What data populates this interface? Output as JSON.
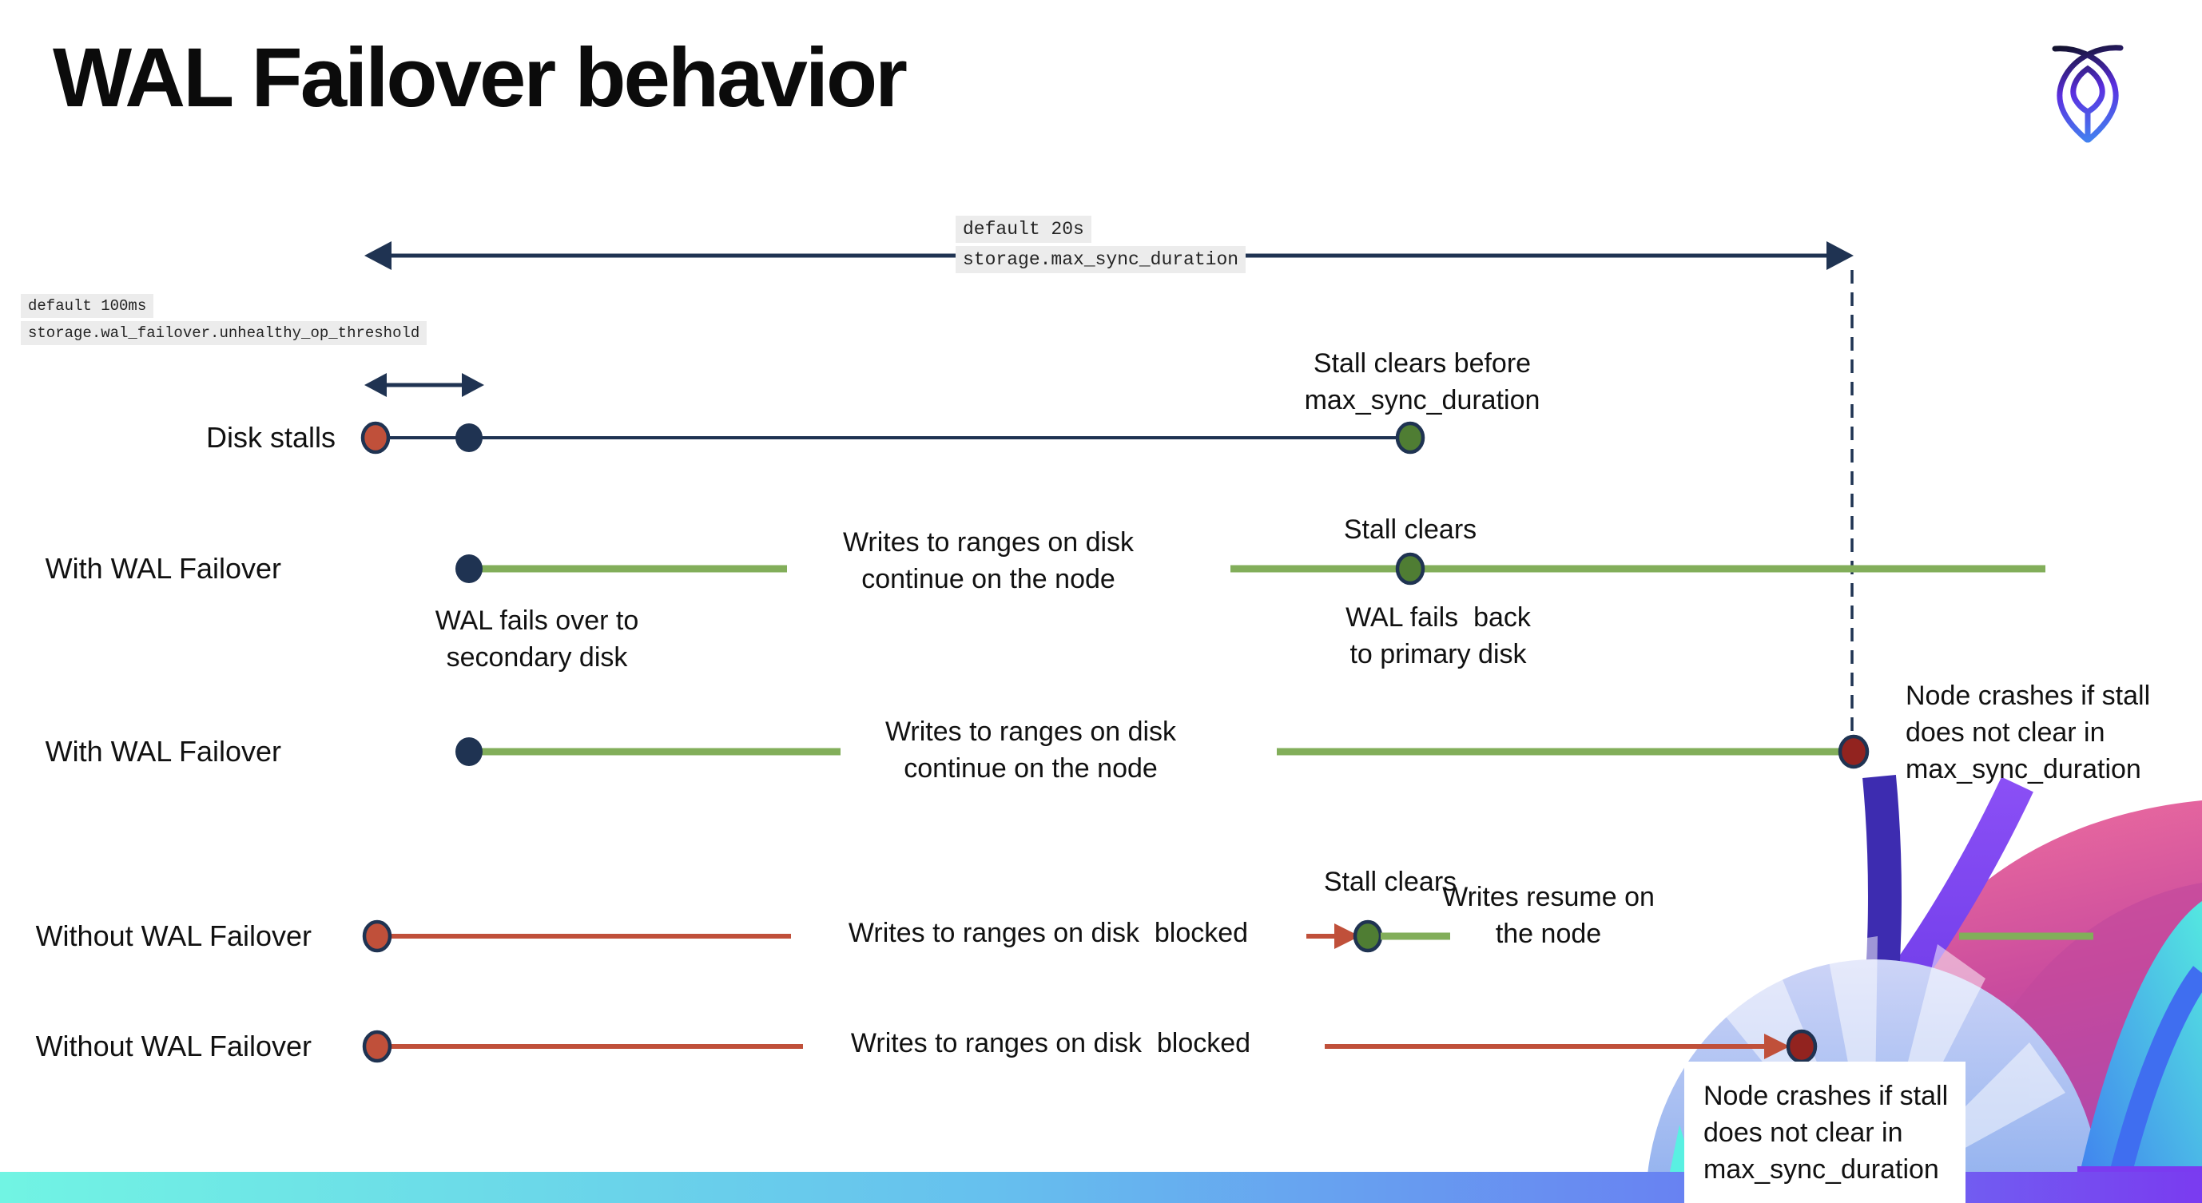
{
  "header": {
    "title": "WAL Failover behavior"
  },
  "icons": {
    "brand_logo": "cockroach-logo-icon",
    "decorative_art": "cockroach-art-icon"
  },
  "annotations": {
    "max_sync_duration": {
      "default_label": "default 20s",
      "setting": "storage.max_sync_duration"
    },
    "unhealthy_op_threshold": {
      "default_label": "default 100ms",
      "setting": "storage.wal_failover.unhealthy_op_threshold"
    }
  },
  "rows": {
    "disk_stalls": {
      "label": "Disk stalls",
      "stall_clears_note": "Stall clears before\nmax_sync_duration"
    },
    "with_failover_clears": {
      "label": "With WAL Failover",
      "failover_note": "WAL fails over to\nsecondary disk",
      "writes_note": "Writes to ranges on disk\ncontinue on the node",
      "stall_clears_note": "Stall clears",
      "failback_note": "WAL fails  back\nto primary disk"
    },
    "with_failover_crash": {
      "label": "With WAL Failover",
      "writes_note": "Writes to ranges on disk\ncontinue on the node",
      "crash_note": "Node crashes if stall\ndoes not clear in\nmax_sync_duration"
    },
    "without_failover_clears": {
      "label": "Without WAL Failover",
      "blocked_note": "Writes to ranges on disk  blocked",
      "stall_clears_note": "Stall clears",
      "resume_note": "Writes resume on\nthe node"
    },
    "without_failover_crash": {
      "label": "Without WAL Failover",
      "blocked_note": "Writes to ranges on disk  blocked",
      "crash_note": "Node crashes if stall\ndoes not clear in\nmax_sync_duration"
    }
  },
  "palette": {
    "navy": "#1f3352",
    "timeline_green": "#82ae5a",
    "dot_green": "#4f7d33",
    "stall_red": "#c0503a",
    "crash_red": "#92231f",
    "label_bg": "#ececec",
    "bar_gradient": [
      "#71f4e3",
      "#66c0ee",
      "#687ff2",
      "#7a3bf0"
    ],
    "art_pink": "#d9559d",
    "art_purple": "#7b40f2",
    "art_cyan": "#54e8e0",
    "art_lavender": "#8fb0ee"
  }
}
